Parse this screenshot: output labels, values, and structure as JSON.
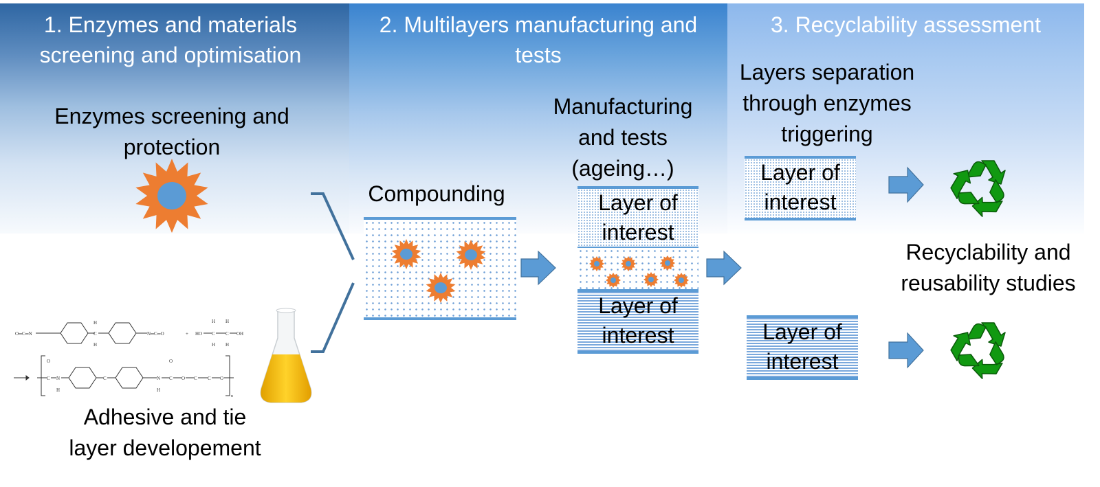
{
  "panels": [
    {
      "title_line1": "1. Enzymes and materials",
      "title_line2": "screening and optimisation"
    },
    {
      "title_line1": "2. Multilayers manufacturing and",
      "title_line2": "tests"
    },
    {
      "title_line1": "3. Recyclability assessment"
    }
  ],
  "step1": {
    "enzymes_label_line1": "Enzymes screening and",
    "enzymes_label_line2": "protection",
    "adhesive_label_line1": "Adhesive and tie",
    "adhesive_label_line2": "layer developement",
    "chemistry": {
      "reactant1": "O=C=N–C6H4–CH2–C6H4–N=C=O",
      "plus": "+",
      "reactant2": "HO–CH2–CH2–OH",
      "product": "[–CO–NH–C6H4–CH2–C6H4–NH–CO–O–CH2–CH2–O–]n",
      "subscript": "n"
    }
  },
  "step2": {
    "compounding_label": "Compounding",
    "manufacturing_label_line1": "Manufacturing",
    "manufacturing_label_line2": "and tests",
    "manufacturing_label_line3": "(ageing…)",
    "layer_top_line1": "Layer of",
    "layer_top_line2": "interest",
    "layer_bottom_line1": "Layer of",
    "layer_bottom_line2": "interest"
  },
  "step3": {
    "separation_label_line1": "Layers separation",
    "separation_label_line2": "through enzymes",
    "separation_label_line3": "triggering",
    "layer_top_line1": "Layer of",
    "layer_top_line2": "interest",
    "layer_bottom_line1": "Layer of",
    "layer_bottom_line2": "interest",
    "recyclability_label_line1": "Recyclability and",
    "recyclability_label_line2": "reusability  studies"
  },
  "icons": {
    "enzyme": "enzyme-star-icon",
    "flask": "erlenmeyer-flask-icon",
    "arrow": "right-arrow-icon",
    "recycle": "recycle-icon"
  },
  "colors": {
    "enzyme_orange": "#ed7d31",
    "enzyme_core_blue": "#5b9bd5",
    "arrow_blue": "#5b9bd5",
    "bracket_blue": "#41719c",
    "recycle_green": "#119911",
    "flask_liquid": "#f2b705"
  }
}
